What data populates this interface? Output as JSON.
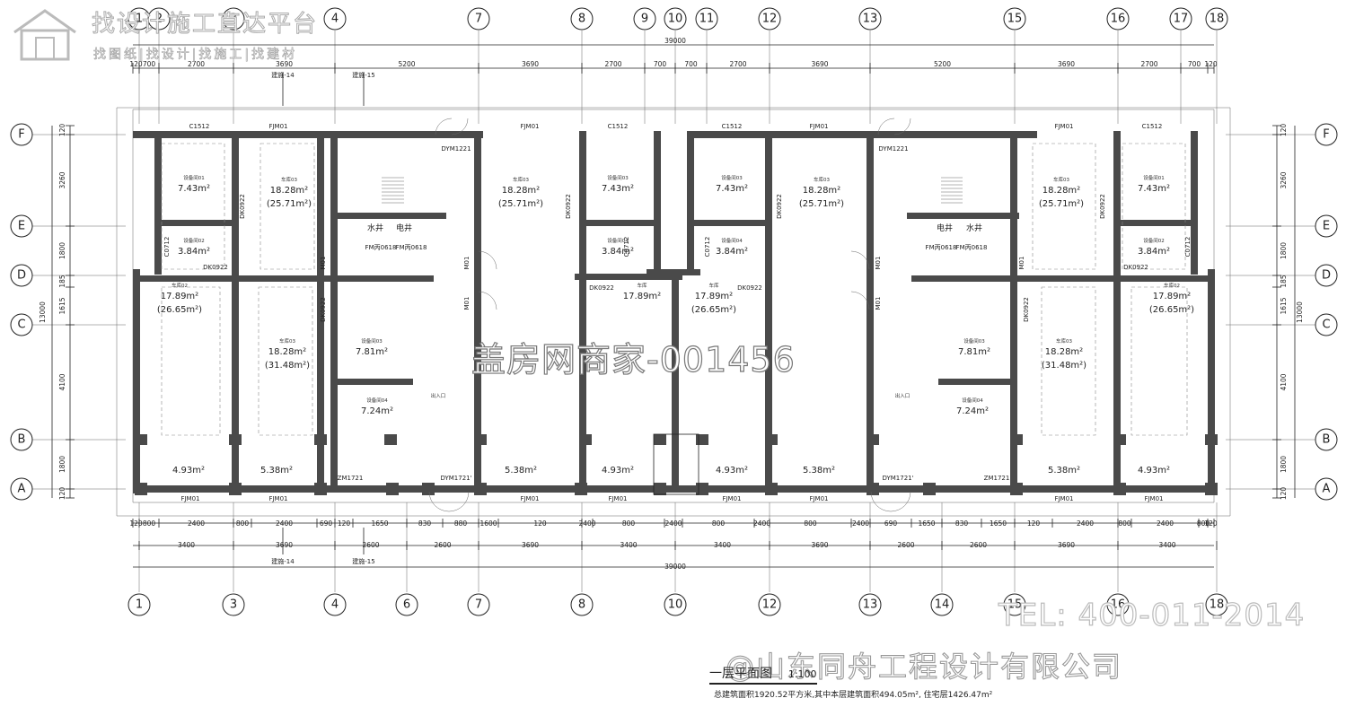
{
  "watermark": {
    "logo_title": "找设计施工直达平台",
    "logo_links": "找图纸|找设计|找施工|找建材",
    "center": "盖房网商家-001456",
    "tel": "TEL: 400-011-2014",
    "company": "@山东同舟工程设计有限公司"
  },
  "title": {
    "name": "一层平面图",
    "scale": "1:100",
    "area_note": "总建筑面积1920.52平方米,其中本层建筑面积494.05m², 住宅层1426.47m²"
  },
  "axes": {
    "top": [
      "1",
      "2",
      "3",
      "4",
      "7",
      "8",
      "9",
      "10",
      "11",
      "12",
      "13",
      "15",
      "16",
      "17",
      "18"
    ],
    "bottom": [
      "1",
      "3",
      "4",
      "6",
      "7",
      "8",
      "10",
      "12",
      "13",
      "14",
      "15",
      "16",
      "18"
    ],
    "rows": [
      "F",
      "E",
      "D",
      "C",
      "B",
      "A"
    ]
  },
  "dimensions": {
    "overall": "39000",
    "top_row": [
      "120",
      "700",
      "2700",
      "3690",
      "5200",
      "3690",
      "2700",
      "700",
      "700",
      "2700",
      "3690",
      "5200",
      "3690",
      "2700",
      "700",
      "120"
    ],
    "bottom_row1": [
      "120",
      "800",
      "2400",
      "800",
      "2400",
      "690",
      "120",
      "1650",
      "830",
      "880",
      "1600",
      "120",
      "2400",
      "800",
      "2400",
      "800",
      "2400",
      "800",
      "2400",
      "690",
      "1650",
      "830",
      "1650",
      "120",
      "2400",
      "800",
      "2400",
      "800",
      "120"
    ],
    "bottom_row2": [
      "3400",
      "3690",
      "2600",
      "2600",
      "3690",
      "3400",
      "3400",
      "3690",
      "2600",
      "2600",
      "3690",
      "3400"
    ],
    "left_overall": "13000",
    "left_segments": [
      "120",
      "3260",
      "1800",
      "185",
      "1615",
      "4100",
      "1800",
      "120"
    ],
    "right_segments": [
      "120",
      "3260",
      "1800",
      "185",
      "1615",
      "4100",
      "1800",
      "120"
    ]
  },
  "rooms": [
    {
      "name": "设备间01",
      "area": "7.43m²"
    },
    {
      "name": "车库03",
      "area": "18.28m²",
      "sub": "(25.71m²)"
    },
    {
      "name": "车库03",
      "area": "18.28m²",
      "sub": "(25.71m²)"
    },
    {
      "name": "设备间03",
      "area": "7.43m²"
    },
    {
      "name": "设备间03",
      "area": "7.43m²"
    },
    {
      "name": "车库03",
      "area": "18.28m²",
      "sub": "(25.71m²)"
    },
    {
      "name": "车库03",
      "area": "18.28m²",
      "sub": "(25.71m²)"
    },
    {
      "name": "设备间01",
      "area": "7.43m²"
    },
    {
      "name": "设备间02",
      "area": "3.84m²"
    },
    {
      "name": "设备间04",
      "area": "3.84m²"
    },
    {
      "name": "设备间04",
      "area": "3.84m²"
    },
    {
      "name": "设备间02",
      "area": "3.84m²"
    },
    {
      "name": "车库02",
      "area": "17.89m²",
      "sub": "(26.65m²)"
    },
    {
      "name": "车库03",
      "area": "18.28m²",
      "sub": "(31.48m²)"
    },
    {
      "name": "设备间03",
      "area": "7.81m²"
    },
    {
      "name": "设备间04",
      "area": "7.24m²"
    },
    {
      "name": "车库",
      "area": "17.89m²"
    },
    {
      "name": "车库",
      "area": "17.89m²",
      "sub": "(26.65m²)"
    },
    {
      "name": "设备间03",
      "area": "7.81m²"
    },
    {
      "name": "设备间04",
      "area": "7.24m²"
    },
    {
      "name": "车库03",
      "area": "18.28m²",
      "sub": "(31.48m²)"
    },
    {
      "name": "车库02",
      "area": "17.89m²",
      "sub": "(26.65m²)"
    }
  ],
  "bottom_areas": [
    "4.93m²",
    "5.38m²",
    "5.38m²",
    "4.93m²",
    "4.93m²",
    "5.38m²",
    "5.38m²",
    "4.93m²"
  ],
  "labels": {
    "window_c1512": "C1512",
    "door_fjm01": "FJM01",
    "door_dym1221": "DYM1221",
    "door_dym1721": "DYM1721'",
    "door_zm1721": "ZM1721",
    "door_dk0922": "DK0922",
    "door_c0712": "C0712",
    "door_m01": "M01",
    "door_fm0618": "FM丙0618",
    "shaft_water": "水井",
    "shaft_elec": "电井",
    "entrance": "出入口",
    "section_14": "建施-14",
    "section_15": "建施-15"
  }
}
